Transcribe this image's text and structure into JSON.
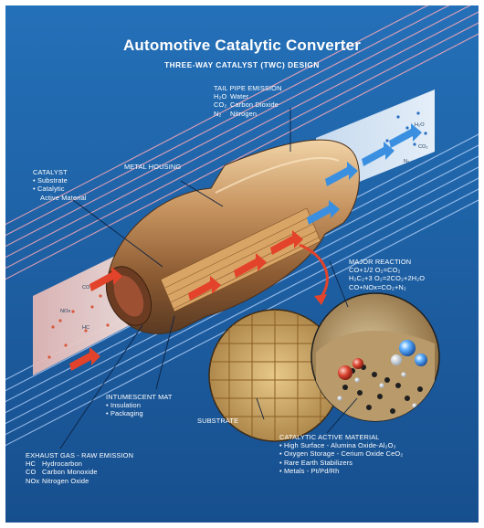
{
  "title": "Automotive Catalytic Converter",
  "subtitle": "THREE-WAY CATALYST (TWC) DESIGN",
  "tail_pipe": {
    "heading": "TAIL PIPE EMISSION",
    "rows": [
      {
        "formula": "H₂O",
        "name": "Water"
      },
      {
        "formula": "CO₂",
        "name": "Carbon Dioxide"
      },
      {
        "formula": "N₂",
        "name": "Nitrogen"
      }
    ]
  },
  "metal_housing": "METAL HOUSING",
  "catalyst": {
    "heading": "CATALYST",
    "items": [
      "• Substrate",
      "• Catalytic",
      "  Active Material"
    ]
  },
  "major_reaction": {
    "heading": "MAJOR REACTION",
    "lines": [
      "CO+1/2 O₂=CO₂",
      "H₂C₂+3 O₂=2CO₂+2H₂O",
      "CO+NOx=CO₂+N₂"
    ]
  },
  "intumescent_mat": {
    "heading": "INTUMESCENT MAT",
    "items": [
      "• Insulation",
      "• Packaging"
    ]
  },
  "substrate": "SUBSTRATE",
  "catalytic_active_material": {
    "heading": "CATALYTIC ACTIVE MATERIAL",
    "items": [
      "• High Surface - Alumina Oxide-Al₂O₃",
      "• Oxygen Storage - Cerium Oxide CeO₂",
      "• Rare Earth Stabilizers",
      "• Metals - Pt/Pd/Rh"
    ]
  },
  "exhaust_gas": {
    "heading": "EXHAUST GAS - RAW EMISSION",
    "rows": [
      {
        "formula": "HC",
        "name": "Hydrocarbon"
      },
      {
        "formula": "CO",
        "name": "Carbon Monoxide"
      },
      {
        "formula": "NOx",
        "name": "Nitrogen Oxide"
      }
    ]
  },
  "inlet_gas_labels": [
    "CO",
    "NOx",
    "HC"
  ],
  "outlet_gas_labels": [
    "H₂O",
    "CO₂",
    "N₂"
  ],
  "colors": {
    "background": "#1b5fa3",
    "housing": "#c89866",
    "arrow_in": "#e3432a",
    "arrow_out": "#3a8fe0"
  }
}
